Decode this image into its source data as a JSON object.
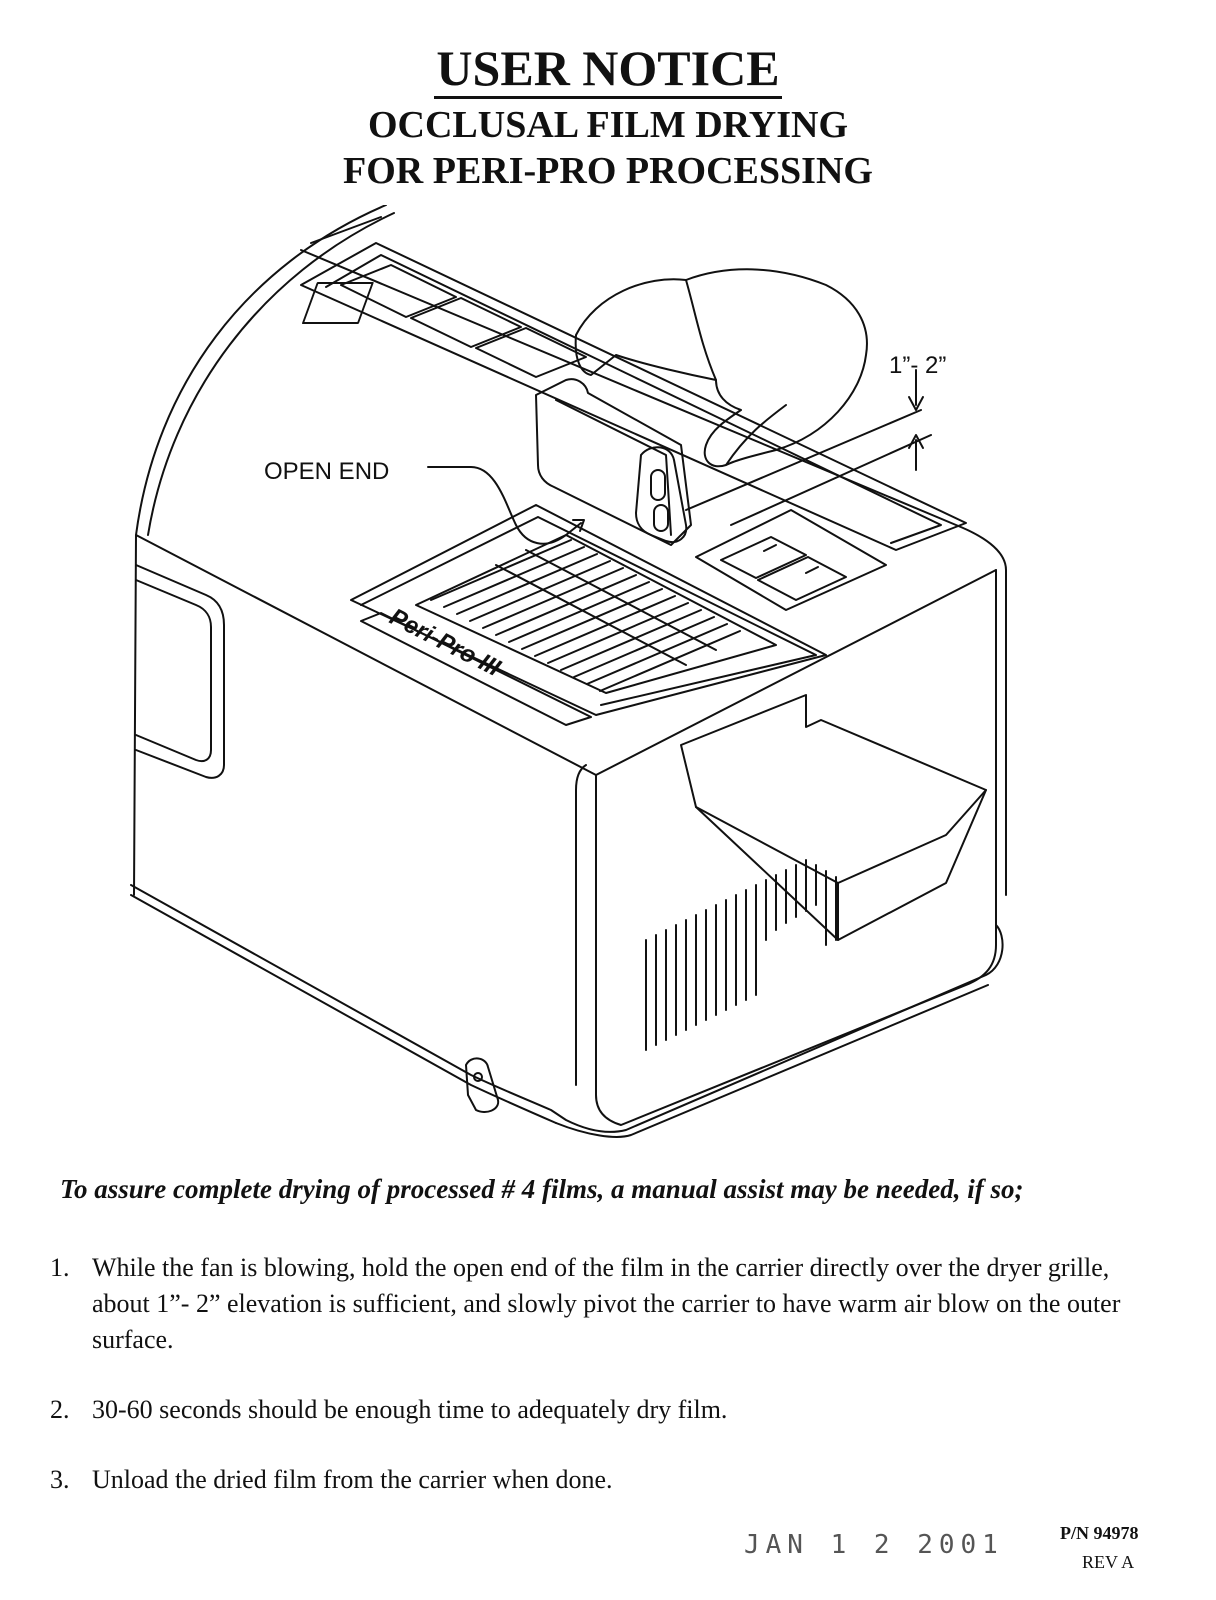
{
  "header": {
    "title": "USER NOTICE",
    "subtitle_line1": "OCCLUSAL FILM DRYING",
    "subtitle_line2": "FOR PERI-PRO PROCESSING"
  },
  "illustration": {
    "open_end_label": "OPEN END",
    "elevation_label": "1”- 2”",
    "brand_label": "Peri-Pro III"
  },
  "intro": "To assure complete drying of processed # 4 films, a manual assist may be needed, if so;",
  "steps": [
    {
      "number": "1.",
      "text": "While the fan is blowing, hold the open end of the film in the carrier directly over the dryer grille, about 1”- 2” elevation is sufficient, and slowly pivot the carrier to have warm air blow on the outer surface."
    },
    {
      "number": "2.",
      "text": "30-60 seconds should be enough time to adequately dry film."
    },
    {
      "number": "3.",
      "text": "Unload the dried film from the carrier when done."
    }
  ],
  "footer": {
    "date_stamp": "JAN 1 2 2001",
    "part_number": "P/N 94978",
    "revision": "REV A"
  }
}
